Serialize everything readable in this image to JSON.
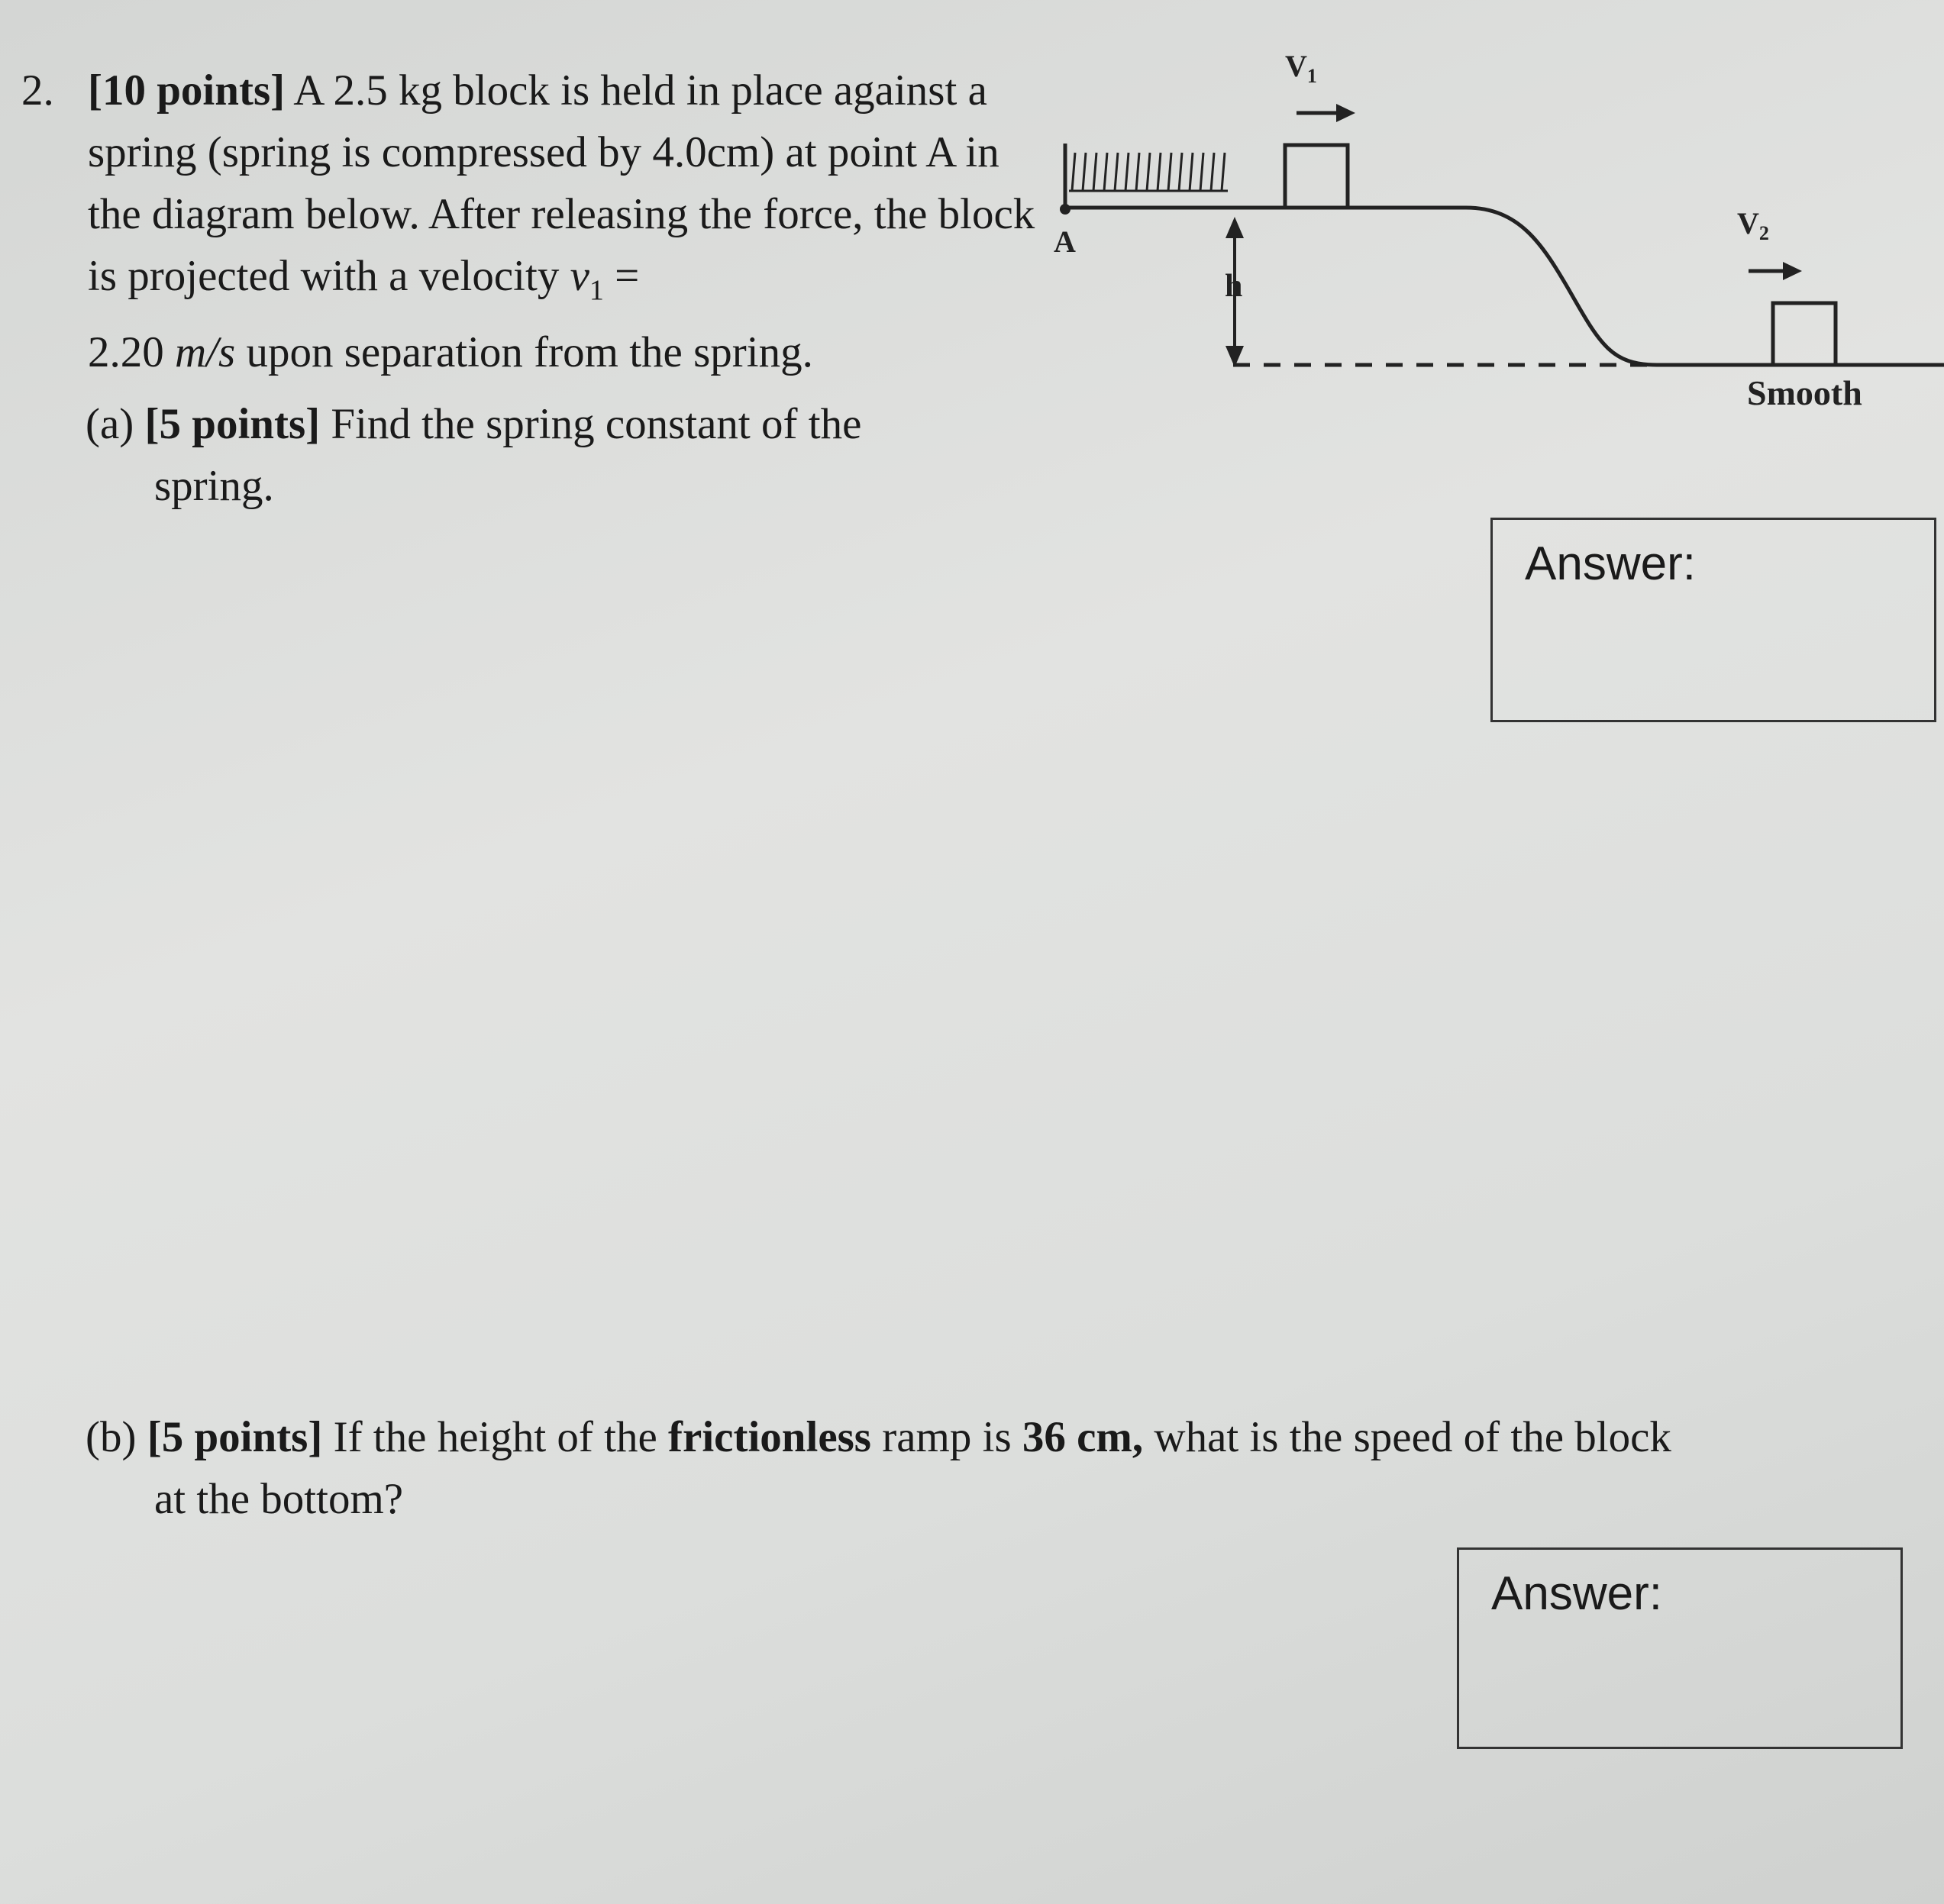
{
  "question": {
    "number": "2.",
    "points": "[10 points]",
    "stem_text": "A 2.5 kg block is held in place against a spring (spring is compressed by 4.0cm) at point A in the diagram below. After releasing the force, the block is projected with a velocity",
    "velocity_symbol": "v",
    "velocity_subscript": "1",
    "equals": "=",
    "velocity_value": "2.20",
    "velocity_unit": "m/s",
    "stem_end": "upon separation from the spring."
  },
  "diagram": {
    "label_v1": "V",
    "label_v1_sub": "1",
    "label_v2": "V",
    "label_v2_sub": "2",
    "label_a": "A",
    "label_h": "h",
    "label_smooth": "Smooth"
  },
  "part_a": {
    "label": "(a)",
    "points": "[5 points]",
    "text": "Find the spring constant of the spring.",
    "answer_label": "Answer:"
  },
  "part_b": {
    "label": "(b)",
    "points": "[5 points]",
    "text_1": "If the height of the",
    "bold_1": "frictionless",
    "text_2": "ramp is",
    "bold_2": "36 cm,",
    "text_3": "what is the speed of the block at the bottom?",
    "answer_label": "Answer:"
  }
}
